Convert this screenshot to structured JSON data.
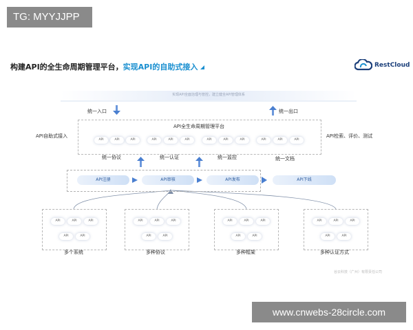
{
  "watermark_top": "TG: MYYJJPP",
  "watermark_bottom": "www.cnwebs-28circle.com",
  "headline": {
    "part1": "构建API的全生命周期管理平台，",
    "part2": "实现API的自助式接入"
  },
  "logo": {
    "name": "RestCloud"
  },
  "banner": "实现API全面治理与管控，建立健全API管理体系",
  "entry_label": "统一入口",
  "exit_label": "统一出口",
  "left_label": "API自助式接入",
  "right_label": "API检索、评价、测试",
  "platform_title": "API全生命周期管理平台",
  "chip_text": "API",
  "group_labels": [
    "统一协议",
    "统一认证",
    "统一监控",
    "统一文档"
  ],
  "flow_steps": [
    "API注册",
    "API审核",
    "API发布"
  ],
  "flow_end": "API下线",
  "systems": [
    "多个系统",
    "多种协议",
    "多种框架",
    "多种认证方式"
  ],
  "footer": "谷云科技（广州）有限责任公司",
  "colors": {
    "accent": "#1a8fd0",
    "arrow": "#4a7fd0",
    "pill": "#cfe0f6",
    "brand": "#1b3f7a"
  }
}
